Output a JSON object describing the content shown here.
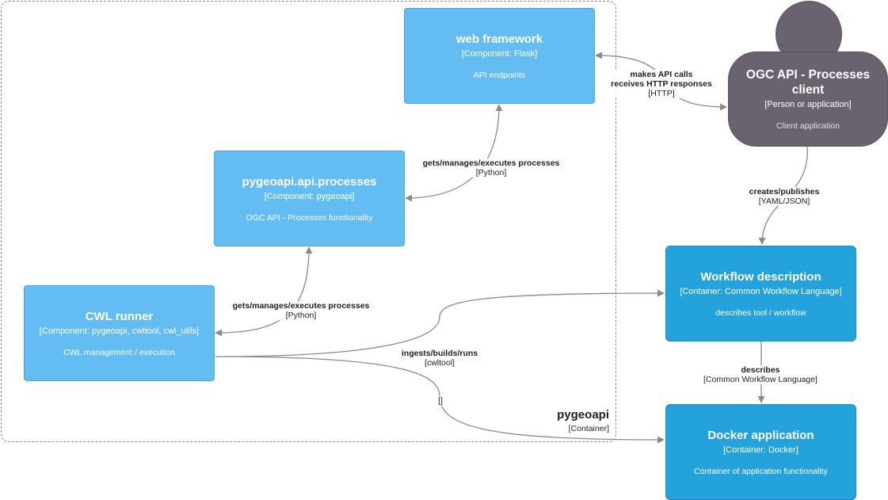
{
  "boundary": {
    "name": "pygeoapi",
    "type": "[Container]"
  },
  "nodes": {
    "web_framework": {
      "title": "web framework",
      "type": "[Component: Flask]",
      "desc": "API endpoints"
    },
    "api_processes": {
      "title": "pygeoapi.api.processes",
      "type": "[Component: pygeoapi]",
      "desc": "OGC API - Processes functionality"
    },
    "cwl_runner": {
      "title": "CWL runner",
      "type": "[Component: pygeoapi, cwltool, cwl_utils]",
      "desc": "CWL management / execution"
    },
    "client": {
      "title": "OGC API - Processes client",
      "type": "[Person or application]",
      "desc": "Client application"
    },
    "workflow": {
      "title": "Workflow description",
      "type": "[Container: Common Workflow Language]",
      "desc": "describes tool / workflow"
    },
    "docker": {
      "title": "Docker application",
      "type": "[Container: Docker]",
      "desc": "Container of application functionality"
    }
  },
  "edges": {
    "client_web": {
      "label_1": "makes API calls",
      "label_2": "receives HTTP responses",
      "tech": "[HTTP]"
    },
    "web_api": {
      "label": "gets/manages/executes processes",
      "tech": "[Python]"
    },
    "api_cwl": {
      "label": "gets/manages/executes processes",
      "tech": "[Python]"
    },
    "client_workflow": {
      "label": "creates/publishes",
      "tech": "[YAML/JSON]"
    },
    "cwl_workflow": {
      "label": "ingests/builds/runs",
      "tech": "[cwltool]"
    },
    "workflow_docker": {
      "label": "describes",
      "tech": "[Common Workflow Language]"
    },
    "cwl_docker": {
      "tech": "[]"
    }
  },
  "colors": {
    "component": "#63bdf3",
    "container": "#23a2db",
    "person": "#6b6270",
    "edge": "#8a8a8a"
  }
}
